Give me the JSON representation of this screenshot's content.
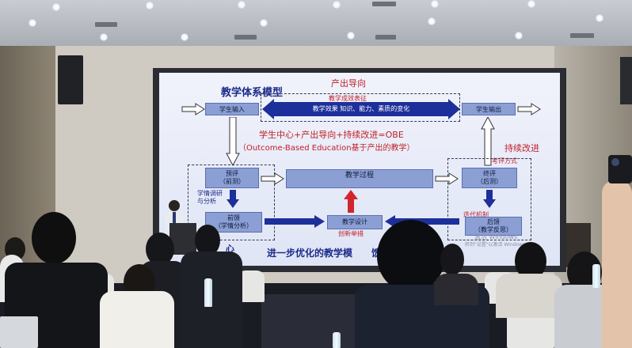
{
  "slide": {
    "model_title": "教学体系模型",
    "output_orientation": "产出导向",
    "effect_label": "教学成效表征",
    "effect_bar": "教学效果   知识、能力、素质的变化",
    "student_input": "学生输入",
    "student_output": "学生输出",
    "obe_line1": "学生中心+产出导向+持续改进=OBE",
    "obe_line2": "（Outcome-Based Education基于产出的教学）",
    "continuous_improvement": "持续改进",
    "assessment_method": "考评方式",
    "pre_eval": "预评\n（前测）",
    "teaching_process": "教学过程",
    "final_eval": "终评\n（后测）",
    "learning_research": "学情调研\n与分析",
    "iteration": "迭代机制",
    "pre_feedback": "前馈\n（学情分析）",
    "teaching_design": "教学设计",
    "innovation": "创新举措",
    "post_feedback": "后馈\n（教学反思）",
    "center_fragment": "心",
    "bottom_title": "进一步优化的教学模",
    "bottom_title_end": "馈设计",
    "windows_watermark": "激活 Windows",
    "windows_sub": "转到\"设置\"以激活 Windows。"
  },
  "colors": {
    "slide_blue": "#1b2a8a",
    "slide_red": "#c0202a",
    "box_fill": "#8b9fd4"
  }
}
